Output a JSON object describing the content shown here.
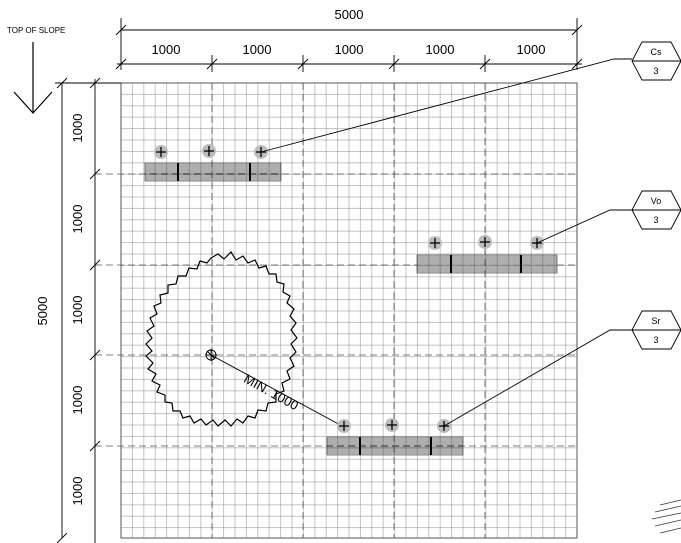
{
  "header": {
    "slope_label": "TOP OF SLOPE"
  },
  "dimensions": {
    "overall_top": "5000",
    "overall_left": "5000",
    "top_segments": [
      "1000",
      "1000",
      "1000",
      "1000",
      "1000"
    ],
    "left_segments": [
      "1000",
      "1000",
      "1000",
      "1000",
      "1000"
    ]
  },
  "clearance": {
    "label": "MIN. 1000"
  },
  "plant_tags": [
    {
      "code": "Cs",
      "qty": "3"
    },
    {
      "code": "Vo",
      "qty": "3"
    },
    {
      "code": "Sr",
      "qty": "3"
    }
  ],
  "colors": {
    "line": "#000000",
    "grid": "#7a7a7a",
    "marker": "#bdbdbd"
  }
}
